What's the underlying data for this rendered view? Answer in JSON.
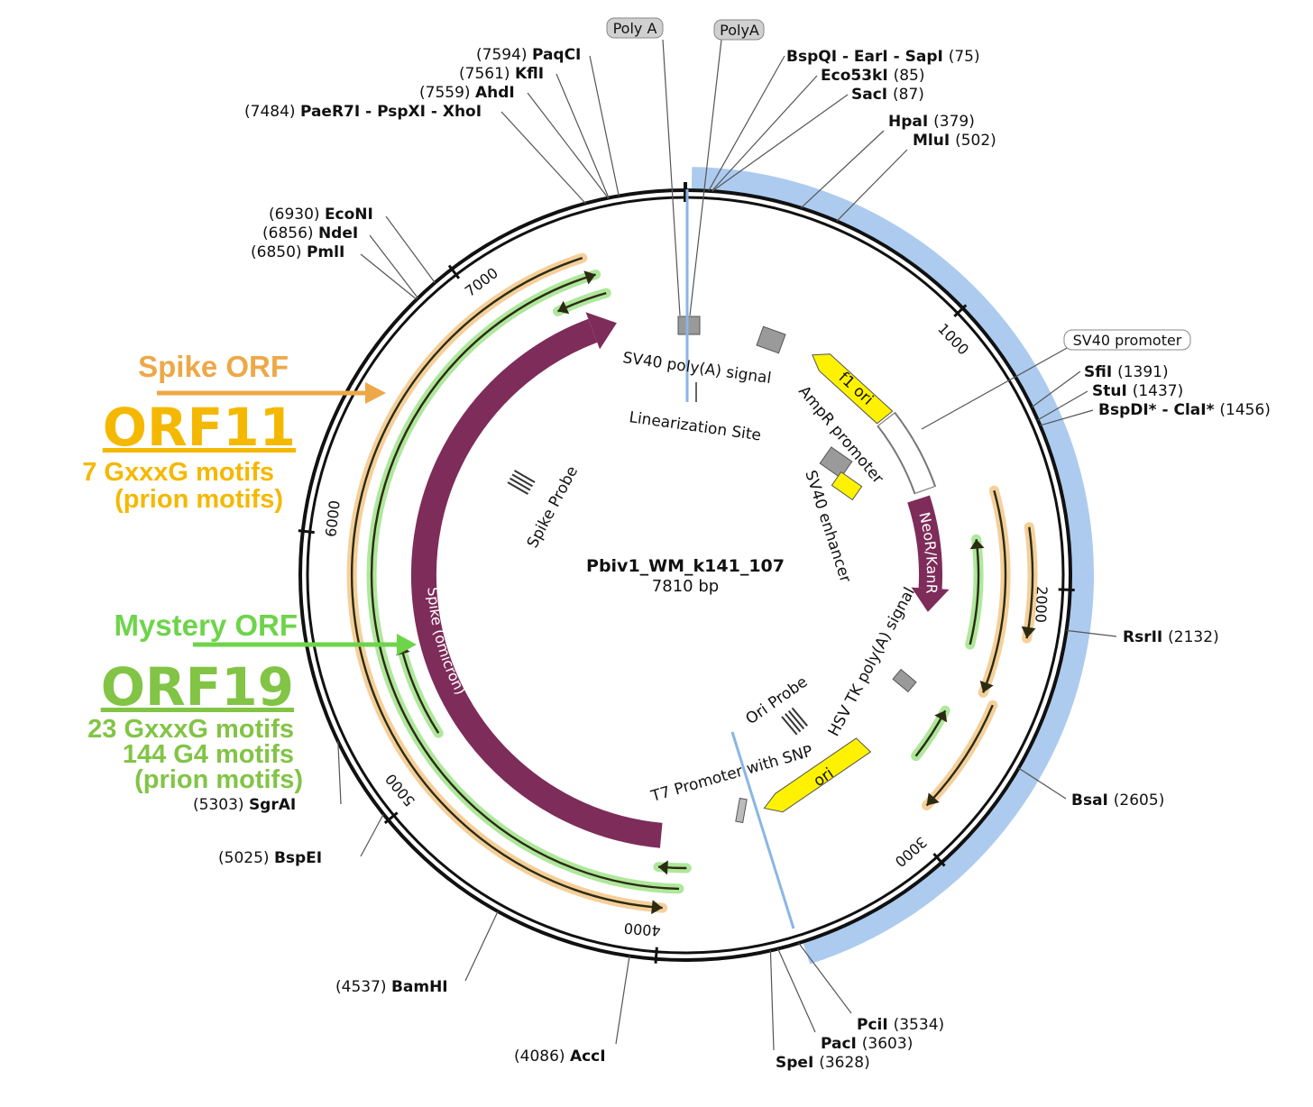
{
  "plasmid": {
    "name": "Pbiv1_WM_k141_107",
    "length_label": "7810 bp",
    "length": 7810
  },
  "ticks": [
    {
      "bp": 1000,
      "label": "1000"
    },
    {
      "bp": 2000,
      "label": "2000"
    },
    {
      "bp": 3000,
      "label": "3000"
    },
    {
      "bp": 4000,
      "label": "4000"
    },
    {
      "bp": 5000,
      "label": "5000"
    },
    {
      "bp": 6000,
      "label": "6000"
    },
    {
      "bp": 7000,
      "label": "7000"
    }
  ],
  "sites": [
    {
      "name": "BspQI - EarI - SapI",
      "pos_label": "(75)",
      "bp": 75
    },
    {
      "name": "Eco53kI",
      "pos_label": "(85)",
      "bp": 85
    },
    {
      "name": "SacI",
      "pos_label": "(87)",
      "bp": 87
    },
    {
      "name": "HpaI",
      "pos_label": "(379)",
      "bp": 379
    },
    {
      "name": "MluI",
      "pos_label": "(502)",
      "bp": 502
    },
    {
      "name": "SfiI",
      "pos_label": "(1391)",
      "bp": 1391
    },
    {
      "name": "StuI",
      "pos_label": "(1437)",
      "bp": 1437
    },
    {
      "name": "BspDI* - ClaI*",
      "pos_label": "(1456)",
      "bp": 1456
    },
    {
      "name": "RsrII",
      "pos_label": "(2132)",
      "bp": 2132
    },
    {
      "name": "BsaI",
      "pos_label": "(2605)",
      "bp": 2605
    },
    {
      "name": "PciI",
      "pos_label": "(3534)",
      "bp": 3534
    },
    {
      "name": "PacI",
      "pos_label": "(3603)",
      "bp": 3603
    },
    {
      "name": "SpeI",
      "pos_label": "(3628)",
      "bp": 3628
    },
    {
      "name": "AccI",
      "pos_label": "(4086)",
      "bp": 4086
    },
    {
      "name": "BamHI",
      "pos_label": "(4537)",
      "bp": 4537
    },
    {
      "name": "BspEI",
      "pos_label": "(5025)",
      "bp": 5025
    },
    {
      "name": "SgrAI",
      "pos_label": "(5303)",
      "bp": 5303
    },
    {
      "name": "PmlI",
      "pos_label": "(6850)",
      "bp": 6850
    },
    {
      "name": "NdeI",
      "pos_label": "(6856)",
      "bp": 6856
    },
    {
      "name": "EcoNI",
      "pos_label": "(6930)",
      "bp": 6930
    },
    {
      "name": "PaeR7I - PspXI - XhoI",
      "pos_label": "(7484)",
      "bp": 7484
    },
    {
      "name": "AhdI",
      "pos_label": "(7559)",
      "bp": 7559
    },
    {
      "name": "KflI",
      "pos_label": "(7561)",
      "bp": 7561
    },
    {
      "name": "PaqCI",
      "pos_label": "(7594)",
      "bp": 7594
    }
  ],
  "callouts": [
    {
      "label": "Poly A"
    },
    {
      "label": "PolyA"
    },
    {
      "label": "SV40 promoter"
    }
  ],
  "features": {
    "sv40_polya_signal": "SV40 poly(A) signal",
    "linearization_site": "Linearization Site",
    "f1_ori": "f1 ori",
    "ampr_promoter": "AmpR promoter",
    "sv40_enhancer": "SV40 enhancer",
    "neor_kanr": "NeoR/KanR",
    "hsv_tk_polya_signal": "HSV TK poly(A) signal",
    "ori": "ori",
    "ori_probe": "Ori Probe",
    "t7_promoter": "T7 Promoter with SNP",
    "spike": "Spike (omicron)",
    "spike_probe": "Spike Probe"
  },
  "colors": {
    "backbone": "#111111",
    "blue_region": "#a8c8ee",
    "spike": "#7e2c5a",
    "spike_orf": "#eda847",
    "mystery_orf": "#6ed44a",
    "yellow_feature": "#fff200",
    "grey_feature": "#9a9a9a"
  },
  "annotations": {
    "spike": {
      "label": "Spike ORF",
      "orf": "ORF11",
      "motifs_1": "7 GxxxG motifs",
      "motifs_2": "(prion motifs)"
    },
    "mystery": {
      "label": "Mystery ORF",
      "orf": "ORF19",
      "motifs_1": "23 GxxxG motifs",
      "motifs_2": "144 G4 motifs",
      "motifs_3": "(prion motifs)"
    }
  }
}
